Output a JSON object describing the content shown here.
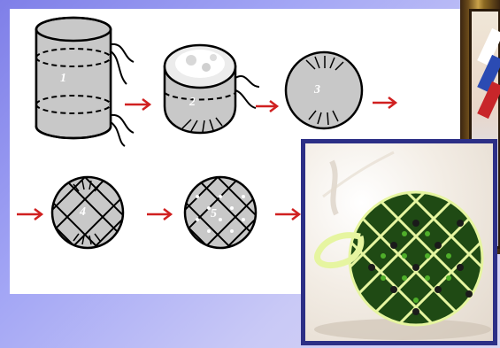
{
  "steps": [
    {
      "label": "1"
    },
    {
      "label": "2"
    },
    {
      "label": "3"
    },
    {
      "label": "4"
    },
    {
      "label": "5"
    }
  ],
  "colors": {
    "background_start": "#7f7fe8",
    "diagram_bg": "#ffffff",
    "shape_fill": "#c8c8c8",
    "arrow": "#d02020",
    "photo_border": "#2c2f86",
    "ball_green": "#2c7a1a",
    "ball_thread": "#e6f5a0"
  },
  "icons": [
    "arrow-right-icon",
    "cylinder-icon",
    "ball-icon",
    "netted-ball-icon",
    "picture-frame",
    "beaded-ball-photo"
  ]
}
